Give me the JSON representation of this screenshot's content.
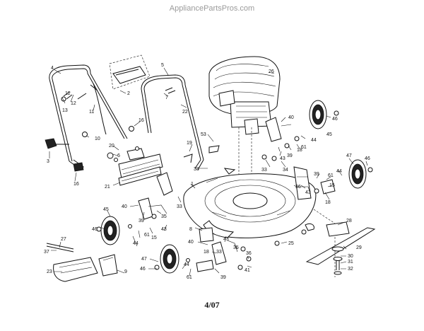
{
  "watermark": "AppliancePartsPros.com",
  "footer_date": "4/07",
  "callouts": [
    {
      "id": "c4",
      "text": "4"
    },
    {
      "id": "c5",
      "text": "5"
    },
    {
      "id": "c26",
      "text": "26"
    },
    {
      "id": "c12a",
      "text": "12"
    },
    {
      "id": "c12b",
      "text": "12"
    },
    {
      "id": "c11",
      "text": "11"
    },
    {
      "id": "c13",
      "text": "13"
    },
    {
      "id": "c2",
      "text": "2"
    },
    {
      "id": "c7",
      "text": "7"
    },
    {
      "id": "c22",
      "text": "22"
    },
    {
      "id": "c40a",
      "text": "40"
    },
    {
      "id": "c46a",
      "text": "46"
    },
    {
      "id": "c45a",
      "text": "45"
    },
    {
      "id": "c10",
      "text": "10"
    },
    {
      "id": "c16a",
      "text": "16"
    },
    {
      "id": "c53",
      "text": "53"
    },
    {
      "id": "c44a",
      "text": "44"
    },
    {
      "id": "c61a",
      "text": "61"
    },
    {
      "id": "c18a",
      "text": "18"
    },
    {
      "id": "c3",
      "text": "3"
    },
    {
      "id": "c20",
      "text": "20"
    },
    {
      "id": "c6",
      "text": "6"
    },
    {
      "id": "c19",
      "text": "19"
    },
    {
      "id": "c39a",
      "text": "39"
    },
    {
      "id": "c43a",
      "text": "43"
    },
    {
      "id": "c33a",
      "text": "33"
    },
    {
      "id": "c34",
      "text": "34"
    },
    {
      "id": "c47a",
      "text": "47"
    },
    {
      "id": "c46b",
      "text": "46"
    },
    {
      "id": "c16b",
      "text": "16"
    },
    {
      "id": "c38",
      "text": "38"
    },
    {
      "id": "c39b",
      "text": "39"
    },
    {
      "id": "c44b",
      "text": "44"
    },
    {
      "id": "c21",
      "text": "21"
    },
    {
      "id": "c1",
      "text": "1"
    },
    {
      "id": "c61b",
      "text": "61"
    },
    {
      "id": "c15a",
      "text": "15"
    },
    {
      "id": "c36a",
      "text": "36"
    },
    {
      "id": "c43b",
      "text": "43"
    },
    {
      "id": "c18b",
      "text": "18"
    },
    {
      "id": "c33b",
      "text": "33"
    },
    {
      "id": "c40b",
      "text": "40"
    },
    {
      "id": "c45b",
      "text": "45"
    },
    {
      "id": "c35a",
      "text": "35"
    },
    {
      "id": "c39c",
      "text": "39"
    },
    {
      "id": "c43c",
      "text": "43"
    },
    {
      "id": "c8",
      "text": "8"
    },
    {
      "id": "c28",
      "text": "28"
    },
    {
      "id": "c46c",
      "text": "46"
    },
    {
      "id": "c61c",
      "text": "61"
    },
    {
      "id": "c15b",
      "text": "15"
    },
    {
      "id": "c44c",
      "text": "44"
    },
    {
      "id": "c27",
      "text": "27"
    },
    {
      "id": "c40c",
      "text": "40"
    },
    {
      "id": "c43d",
      "text": "43"
    },
    {
      "id": "c35b",
      "text": "35"
    },
    {
      "id": "c25",
      "text": "25"
    },
    {
      "id": "c29",
      "text": "29"
    },
    {
      "id": "c37",
      "text": "37"
    },
    {
      "id": "c18c",
      "text": "18"
    },
    {
      "id": "c33c",
      "text": "33"
    },
    {
      "id": "c47b",
      "text": "47"
    },
    {
      "id": "c36b",
      "text": "36"
    },
    {
      "id": "c30",
      "text": "30"
    },
    {
      "id": "c23",
      "text": "23"
    },
    {
      "id": "c9",
      "text": "9"
    },
    {
      "id": "c31",
      "text": "31"
    },
    {
      "id": "c46d",
      "text": "46"
    },
    {
      "id": "c44d",
      "text": "44"
    },
    {
      "id": "c61d",
      "text": "61"
    },
    {
      "id": "c39d",
      "text": "39"
    },
    {
      "id": "c41",
      "text": "41"
    },
    {
      "id": "c32",
      "text": "32"
    }
  ]
}
